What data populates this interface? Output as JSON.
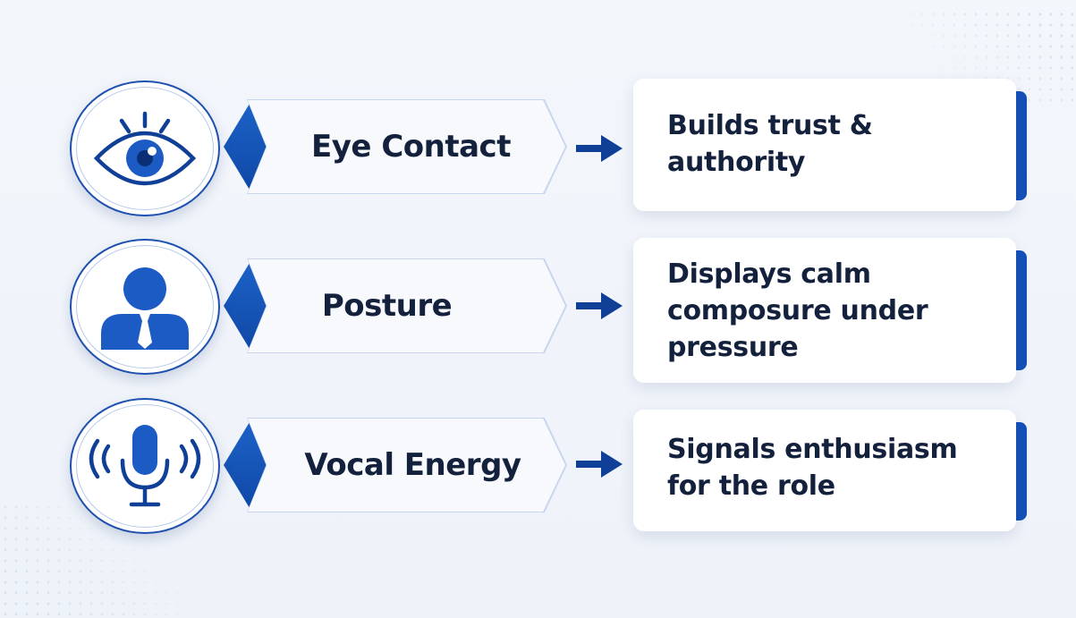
{
  "rows": [
    {
      "icon": "eye-icon",
      "label": "Eye Contact",
      "description": "Builds trust & authority"
    },
    {
      "icon": "person-icon",
      "label": "Posture",
      "description": "Displays calm composure under pressure"
    },
    {
      "icon": "microphone-icon",
      "label": "Vocal Energy",
      "description": "Signals enthusiasm for the role"
    }
  ],
  "colors": {
    "primary": "#1550b8",
    "text": "#14213d",
    "background": "#f3f6fb"
  }
}
